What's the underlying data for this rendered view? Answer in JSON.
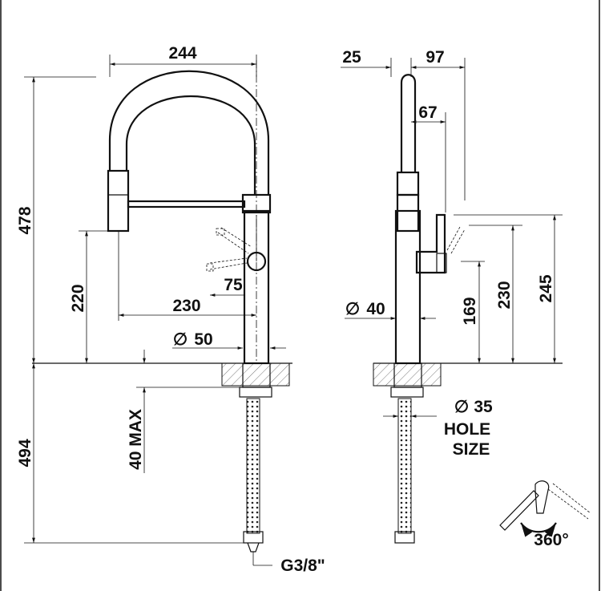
{
  "front_view": {
    "width_244": "244",
    "height_478": "478",
    "height_220": "220",
    "reach_230": "230",
    "offset_75": "75",
    "base_diameter": "50",
    "below_494": "494",
    "deck_thickness": "40 MAX",
    "connection": "G3/8\""
  },
  "side_view": {
    "offset_25": "25",
    "reach_97": "97",
    "reach_67": "67",
    "diameter_40": "40",
    "height_169": "169",
    "height_230": "230",
    "height_245": "245",
    "hole_diameter": "35",
    "hole_label_1": "HOLE",
    "hole_label_2": "SIZE"
  },
  "rotation": {
    "label": "360°"
  },
  "symbols": {
    "diameter": "∅"
  }
}
